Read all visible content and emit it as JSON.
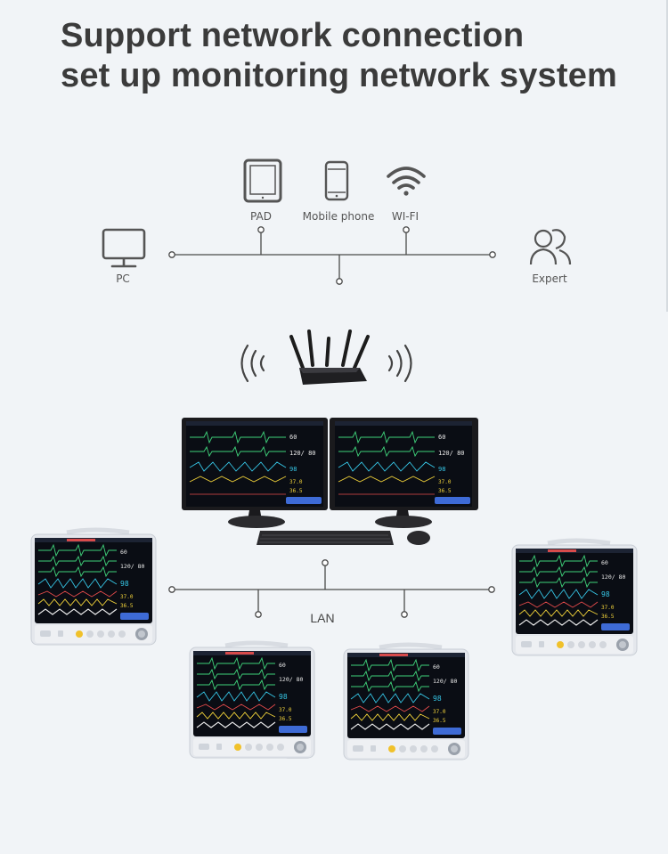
{
  "headline": {
    "line1": "Support network connection",
    "line2": "set up monitoring network system"
  },
  "top_network": {
    "nodes": [
      {
        "id": "pad",
        "label": "PAD",
        "icon": "tablet-icon"
      },
      {
        "id": "mobile",
        "label": "Mobile phone",
        "icon": "mobile-phone-icon"
      },
      {
        "id": "wifi",
        "label": "WI-FI",
        "icon": "wifi-icon"
      },
      {
        "id": "pc",
        "label": "PC",
        "icon": "monitor-icon"
      },
      {
        "id": "expert",
        "label": "Expert",
        "icon": "users-icon"
      }
    ]
  },
  "lan": {
    "label": "LAN"
  },
  "screen": {
    "bp": "120/ 80",
    "hr": "60",
    "spo2": "98",
    "temp1": "37.0",
    "temp2": "36.5"
  },
  "colors": {
    "background": "#f1f4f7",
    "line": "#4a4a4a",
    "icon": "#555555",
    "screen": "#0a0d14",
    "ecg": "#3fd27a",
    "pleth": "#36c6e6",
    "resp": "#f2d33a",
    "bp_wave": "#e64b4b"
  }
}
